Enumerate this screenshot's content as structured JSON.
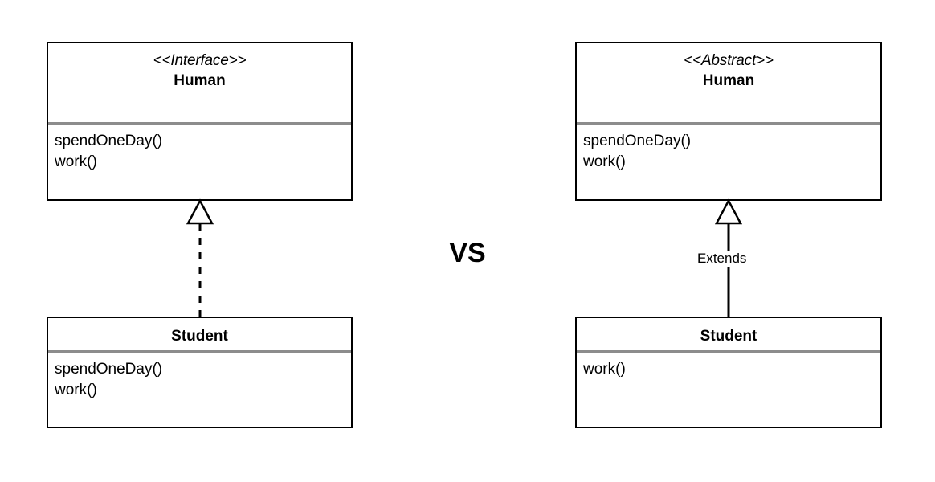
{
  "diagram": {
    "type": "uml-class-diagram",
    "comparison_label": "VS",
    "left": {
      "caption": "interface-realization",
      "parent": {
        "stereotype": "<<Interface>>",
        "name": "Human",
        "members": [
          "spendOneDay()",
          "work()"
        ]
      },
      "child": {
        "stereotype": "",
        "name": "Student",
        "members": [
          "spendOneDay()",
          "work()"
        ]
      },
      "relationship": {
        "kind": "realization",
        "line_style": "dashed",
        "arrow": "hollow-triangle",
        "label": ""
      }
    },
    "right": {
      "caption": "abstract-class-inheritance",
      "parent": {
        "stereotype": "<<Abstract>>",
        "name": "Human",
        "members": [
          "spendOneDay()",
          "work()"
        ]
      },
      "child": {
        "stereotype": "",
        "name": "Student",
        "members": [
          "work()"
        ]
      },
      "relationship": {
        "kind": "generalization",
        "line_style": "solid",
        "arrow": "hollow-triangle",
        "label": "Extends"
      }
    }
  },
  "colors": {
    "stroke": "#000000",
    "divider": "#8c8c8c",
    "background": "#ffffff",
    "text": "#000000"
  }
}
